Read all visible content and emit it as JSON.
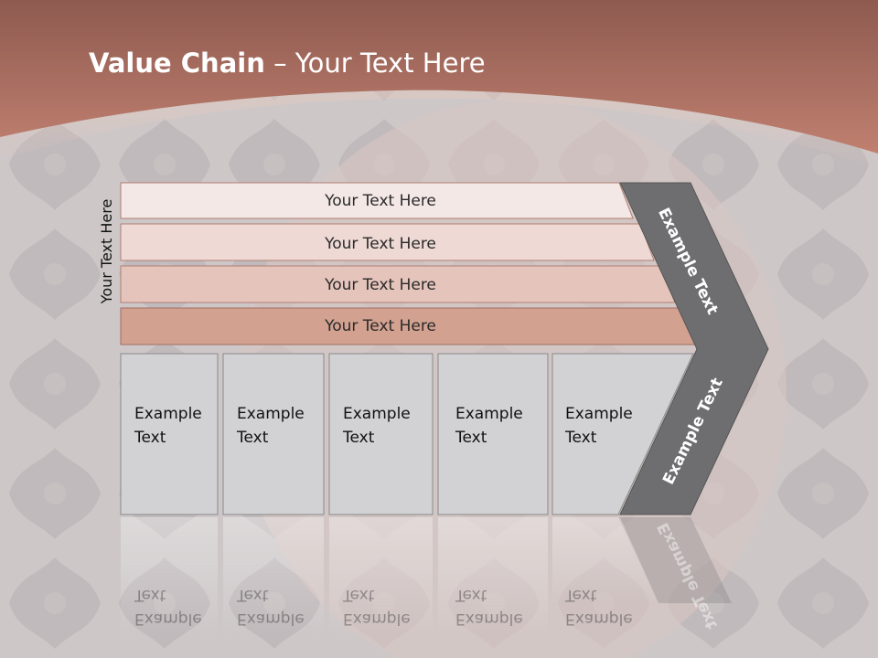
{
  "slide": {
    "title_bold": "Value Chain",
    "title_rest": " – Your Text Here",
    "side_label": "Your Text Here"
  },
  "rows": [
    {
      "label": "Your Text Here",
      "color": "#f4e8e6"
    },
    {
      "label": "Your Text Here",
      "color": "#eed9d4"
    },
    {
      "label": "Your Text Here",
      "color": "#e5c4bb"
    },
    {
      "label": "Your Text Here",
      "color": "#d2a190"
    }
  ],
  "boxes": [
    {
      "line1": "Example",
      "line2": "Text"
    },
    {
      "line1": "Example",
      "line2": "Text"
    },
    {
      "line1": "Example",
      "line2": "Text"
    },
    {
      "line1": "Example",
      "line2": "Text"
    },
    {
      "line1": "Example",
      "line2": "Text"
    }
  ],
  "chevron": {
    "upper_label": "Example Text",
    "lower_label": "Example Text",
    "color": "#6e6e70"
  },
  "colors": {
    "header_band": "#b9796a",
    "box_fill": "#d2d2d4",
    "background": "#c9c3c4"
  }
}
